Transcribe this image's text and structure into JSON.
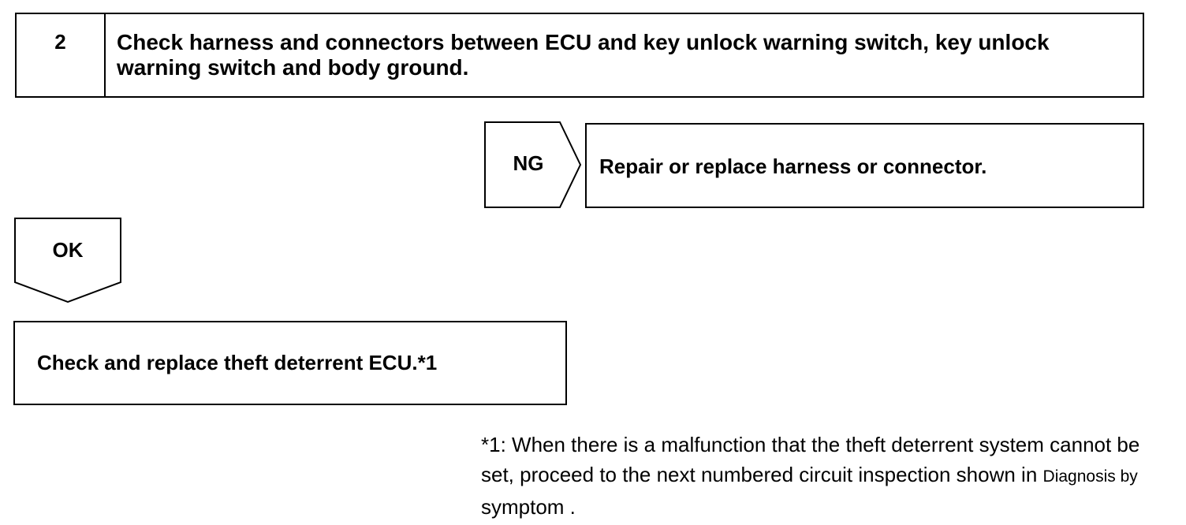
{
  "step": {
    "number": "2",
    "title": "Check harness and connectors between ECU and key unlock warning switch, key unlock warning switch and body ground."
  },
  "ng_branch": {
    "label": "NG",
    "action": "Repair or replace harness or connector."
  },
  "ok_branch": {
    "label": "OK",
    "action": "Check and replace theft deterrent ECU.*1"
  },
  "footnote": {
    "main": "*1: When there is a malfunction that the theft deterrent system cannot be set, proceed to the next numbered circuit inspection shown in",
    "reference": "Diagnosis by",
    "tail": "symptom ."
  }
}
